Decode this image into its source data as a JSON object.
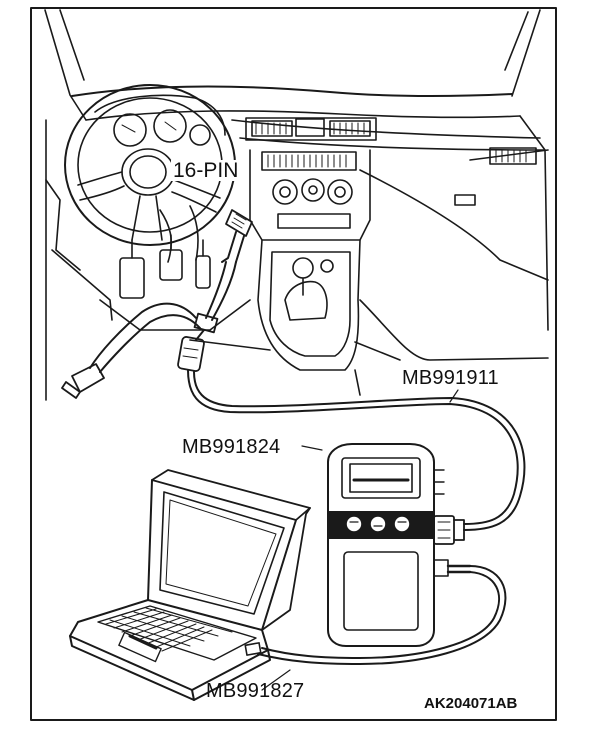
{
  "labels": {
    "connector": "16-PIN",
    "harness": "MB991911",
    "interface": "MB991824",
    "cable": "MB991827",
    "figure_code": "AK204071AB"
  },
  "colors": {
    "line": "#1a1a1a",
    "background": "#ffffff"
  }
}
